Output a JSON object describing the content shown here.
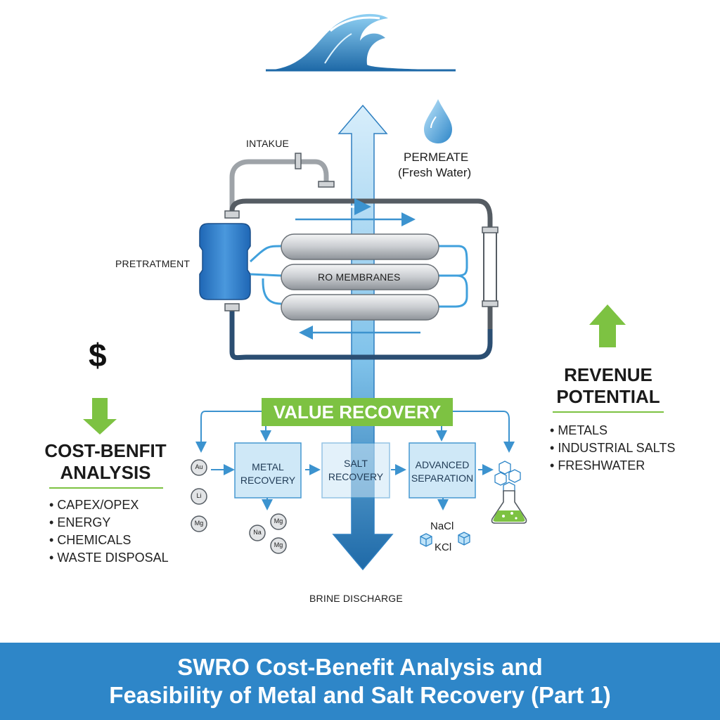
{
  "labels": {
    "intake": "INTAKUE",
    "permeate_line1": "PERMEATE",
    "permeate_line2": "(Fresh Water)",
    "pretreatment": "PRETRATMENT",
    "ro_membranes": "RO MEMBRANES",
    "value_recovery": "VALUE RECOVERY",
    "brine_discharge": "BRINE DISCHARGE"
  },
  "boxes": {
    "metal_line1": "METAL",
    "metal_line2": "RECOVERY",
    "salt_line1": "SALT",
    "salt_line2": "RECOVERY",
    "adv_line1": "ADVANCED",
    "adv_line2": "SEPARATION"
  },
  "elements": {
    "left": [
      "Au",
      "Li",
      "Mg"
    ],
    "below_metal": [
      "Mg",
      "Na",
      "Mg"
    ],
    "salts": [
      "NaCl",
      "KCl"
    ]
  },
  "cost": {
    "symbol": "$",
    "heading_line1": "COST-BENFIT",
    "heading_line2": "ANALYSIS",
    "items": [
      "CAPEX/OPEX",
      "ENERGY",
      "CHEMICALS",
      "WASTE DISPOSAL"
    ]
  },
  "revenue": {
    "heading_line1": "REVENUE",
    "heading_line2": "POTENTIAL",
    "items": [
      "METALS",
      "INDUSTRIAL SALTS",
      "FRESHWATER"
    ]
  },
  "footer": {
    "line1": "SWRO Cost-Benefit Analysis and",
    "line2": "Feasibility of Metal and Salt Recovery (Part 1)"
  },
  "colors": {
    "primary_blue": "#2e86c8",
    "green": "#7dc242",
    "dark_pipe": "#555c63",
    "light_blue": "#a9d7f2"
  }
}
